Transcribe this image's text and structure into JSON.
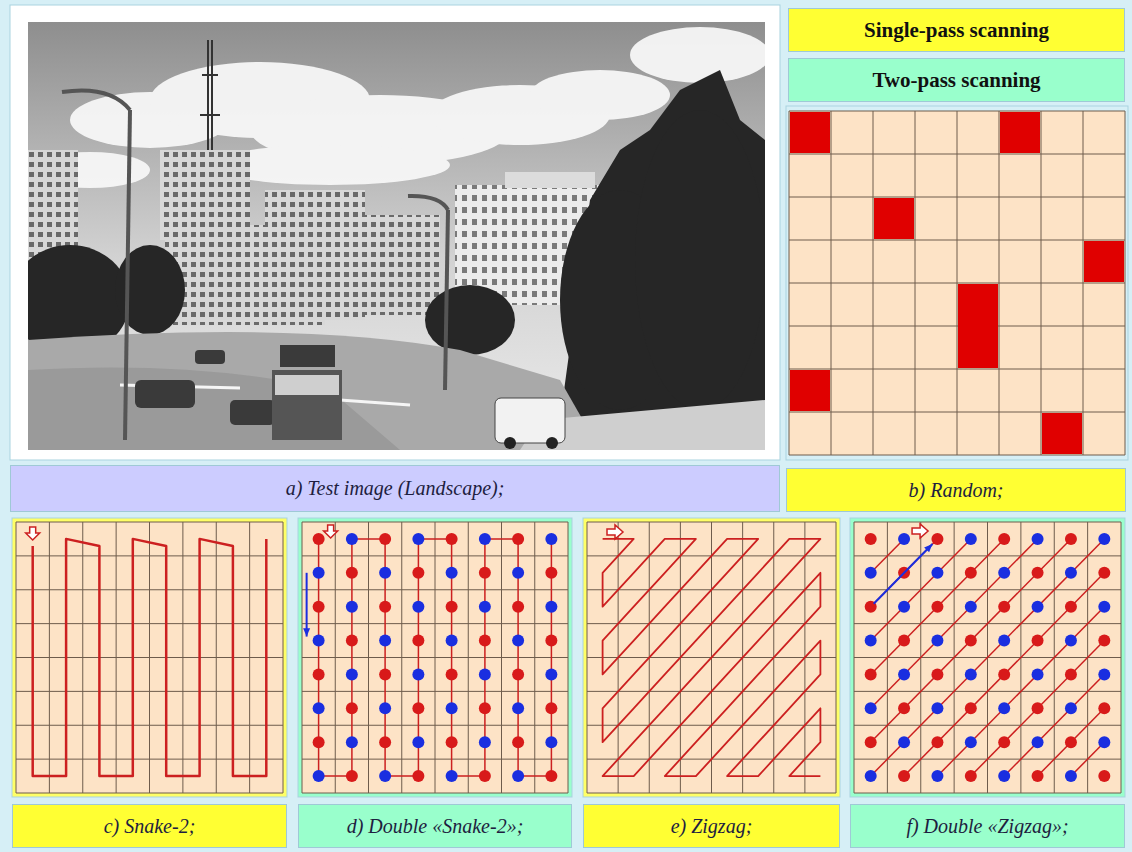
{
  "diagram": {
    "nodes": [
      {
        "text": [
          "a) Test image (Landscape);"
        ]
      },
      {
        "text": [
          "b) Random;"
        ]
      },
      {
        "text": [
          "c) Snake-2;"
        ]
      },
      {
        "text": [
          "d) Double «Snake-2»;"
        ]
      },
      {
        "text": [
          "e) Zigzag;"
        ]
      },
      {
        "text": [
          "f) Double «Zigzag»;"
        ]
      }
    ],
    "legend": [
      {
        "text": "Single-pass scanning",
        "color": "#ffff33"
      },
      {
        "text": "Two-pass scanning",
        "color": "#99ffcc"
      }
    ]
  }
}
